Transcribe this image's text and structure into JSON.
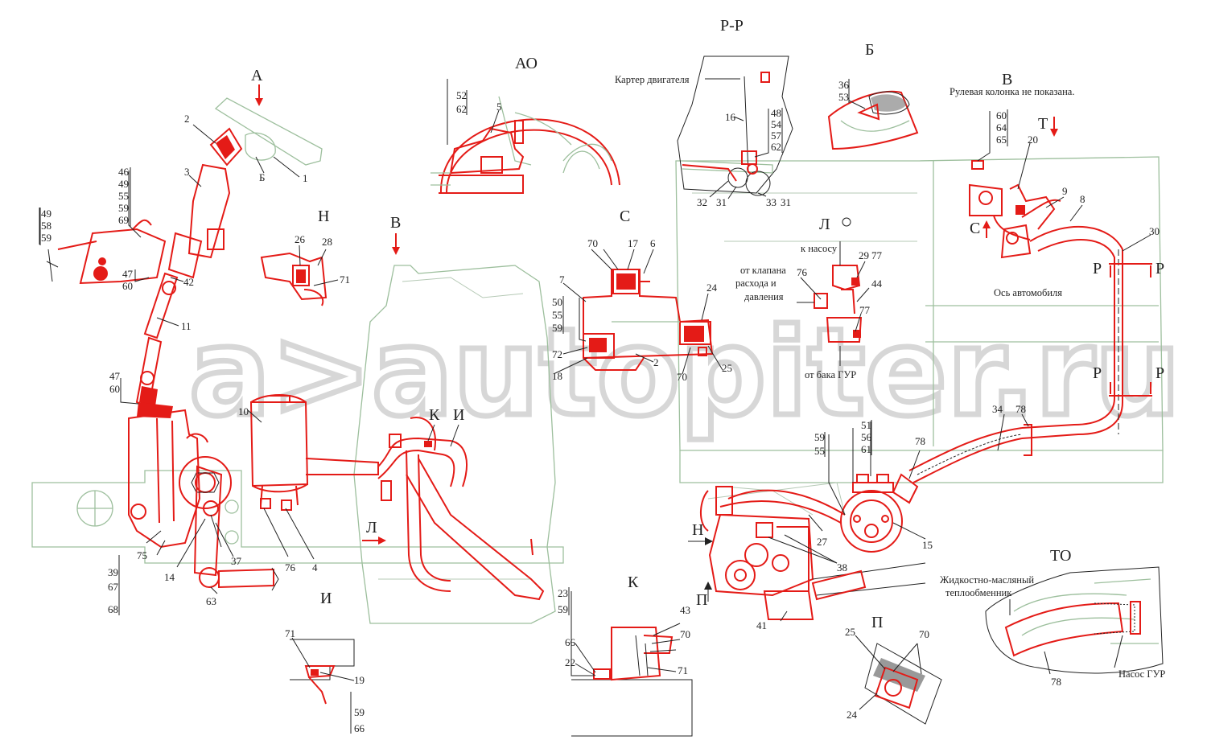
{
  "watermark": "a>autopiter.ru",
  "views": {
    "A": "А",
    "AO": "АО",
    "RR": "Р-Р",
    "B_small": "Б",
    "V": "В",
    "N": "Н",
    "V_arrow": "В",
    "S": "С",
    "L": "Л",
    "T": "Т",
    "S_arrow": "С",
    "K": "К",
    "I": "И",
    "L_arrow": "Л",
    "I_view": "И",
    "K_view": "К",
    "P_view": "П",
    "TO": "ТО",
    "N_arrow": "Н",
    "P_arrow": "П",
    "R1": "Р",
    "R2": "Р",
    "R3": "Р",
    "R4": "Р"
  },
  "notes": {
    "carter": "Картер двигателя",
    "column": "Рулевая колонка не показана.",
    "to_pump": "к насосу",
    "from_valve1": "от клапана",
    "from_valve2": "расхода и",
    "from_valve3": "давления",
    "from_tank": "от бака ГУР",
    "axle": "Ось автомобиля",
    "heat1": "Жидкостно-масляный",
    "heat2": "теплообменник",
    "pump": "Насос ГУР"
  },
  "callouts": {
    "c2": "2",
    "c1": "1",
    "cB1": "Б",
    "c3": "3",
    "c46": "46",
    "c49": "49",
    "c55": "55",
    "c59": "59",
    "c69": "69",
    "c49b": "49",
    "c58": "58",
    "c59b": "59",
    "c47": "47",
    "c60": "60",
    "c42": "42",
    "c11": "11",
    "c47b": "47",
    "c60b": "60",
    "c52": "52",
    "c62": "62",
    "c5": "5",
    "c16": "16",
    "c48": "48",
    "c54": "54",
    "c57": "57",
    "c62b": "62",
    "c32": "32",
    "c31": "31",
    "c33": "33",
    "c31b": "31",
    "c36": "36",
    "c53": "53",
    "c60c": "60",
    "c64": "64",
    "c65": "65",
    "c20": "20",
    "c9": "9",
    "c8": "8",
    "c30": "30",
    "c26": "26",
    "c28": "28",
    "c71": "71",
    "c70": "70",
    "c17": "17",
    "c6": "6",
    "c7": "7",
    "c50": "50",
    "c55b": "55",
    "c59c": "59",
    "c24": "24",
    "c72": "72",
    "c18": "18",
    "c2b": "2",
    "c70b": "70",
    "c25": "25",
    "c29": "29",
    "c77": "77",
    "c76": "76",
    "c44": "44",
    "c77b": "77",
    "c10": "10",
    "c39": "39",
    "c67": "67",
    "c68": "68",
    "c75": "75",
    "c14": "14",
    "c37": "37",
    "c76b": "76",
    "c4": "4",
    "c63": "63",
    "c23": "23",
    "c59d": "59",
    "c43": "43",
    "c70c": "70",
    "c66": "66",
    "c22": "22",
    "c71b": "71",
    "c71c": "71",
    "c19": "19",
    "c59e": "59",
    "c66b": "66",
    "c51": "51",
    "c56": "56",
    "c61": "61",
    "c59f": "59",
    "c55c": "55",
    "c78": "78",
    "c34": "34",
    "c78b": "78",
    "c27": "27",
    "c38": "38",
    "c15": "15",
    "c41": "41",
    "c25b": "25",
    "c70d": "70",
    "c24b": "24",
    "c78c": "78"
  },
  "colors": {
    "red": "#e41b17",
    "green": "#9dbf9d",
    "watermark": "#d7d7d7",
    "text": "#222222"
  }
}
